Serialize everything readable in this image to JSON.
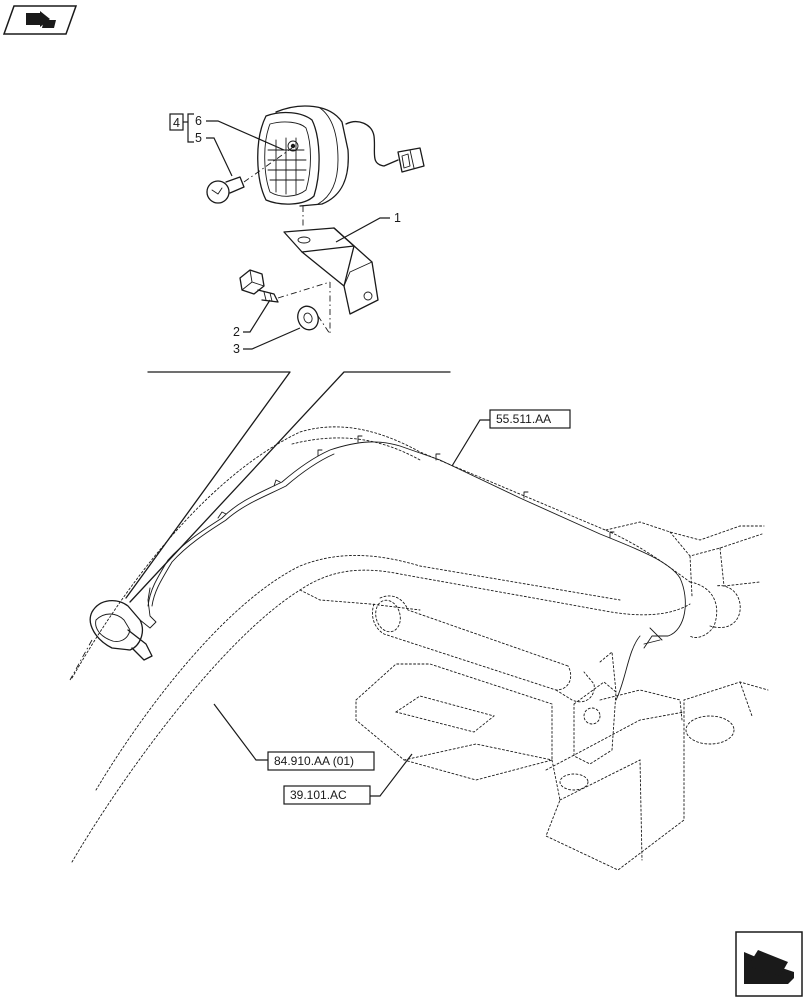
{
  "callouts": {
    "c1": "1",
    "c2": "2",
    "c3": "3",
    "c4": "4",
    "c5": "5",
    "c6": "6"
  },
  "references": {
    "boom_harness": "55.511.AA",
    "front_lights": "84.910.AA (01)",
    "loader_arm": "39.101.AC"
  },
  "icons": {
    "top_left": "kit-group-icon",
    "bottom_right": "next-page-arrow-icon"
  }
}
